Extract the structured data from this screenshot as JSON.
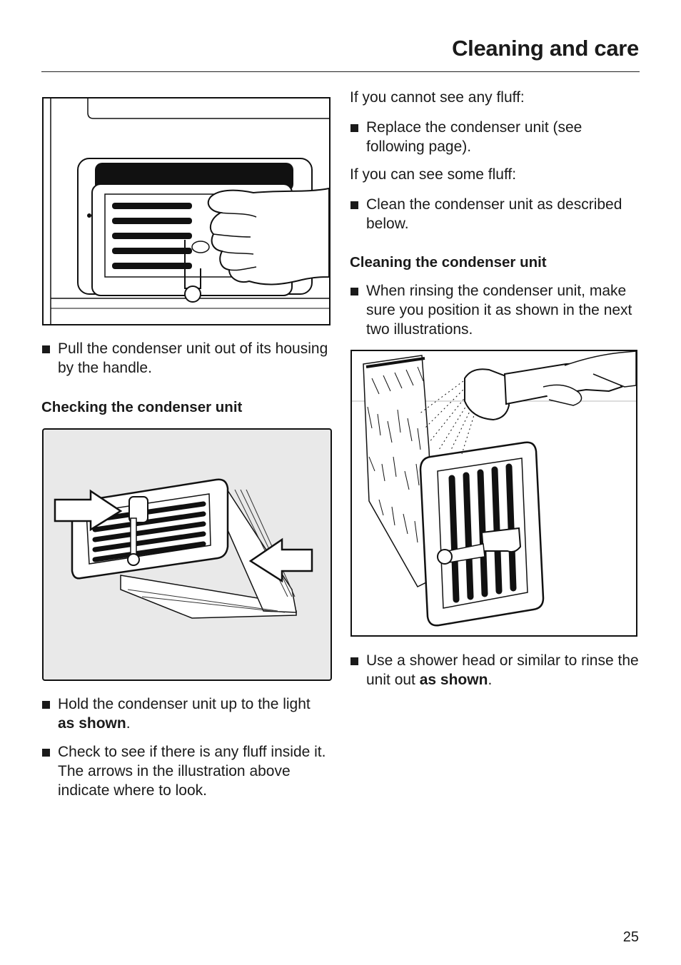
{
  "header": {
    "title": "Cleaning and care"
  },
  "left": {
    "bullet_pull": "Pull the condenser unit out of its housing by the handle.",
    "heading_checking": "Checking the condenser unit",
    "bullet_hold_pre": "Hold the condenser unit up to the light ",
    "bullet_hold_bold": "as shown",
    "bullet_hold_post": ".",
    "bullet_check_line1": "Check to see if there is any fluff inside it.",
    "bullet_check_line2": "The arrows in the illustration above indicate where to look."
  },
  "right": {
    "if_no_fluff": "If you cannot see any fluff:",
    "bullet_replace": "Replace the condenser unit (see following page).",
    "if_fluff": "If you can see some fluff:",
    "bullet_clean": "Clean the condenser unit as described below.",
    "heading_cleaning": "Cleaning the condenser unit",
    "bullet_rinse": "When rinsing the condenser unit, make sure you position it as shown in the next two illustrations.",
    "bullet_shower_pre": "Use a shower head or similar to rinse the unit out ",
    "bullet_shower_bold": "as shown",
    "bullet_shower_post": "."
  },
  "footer": {
    "page_number": "25"
  }
}
